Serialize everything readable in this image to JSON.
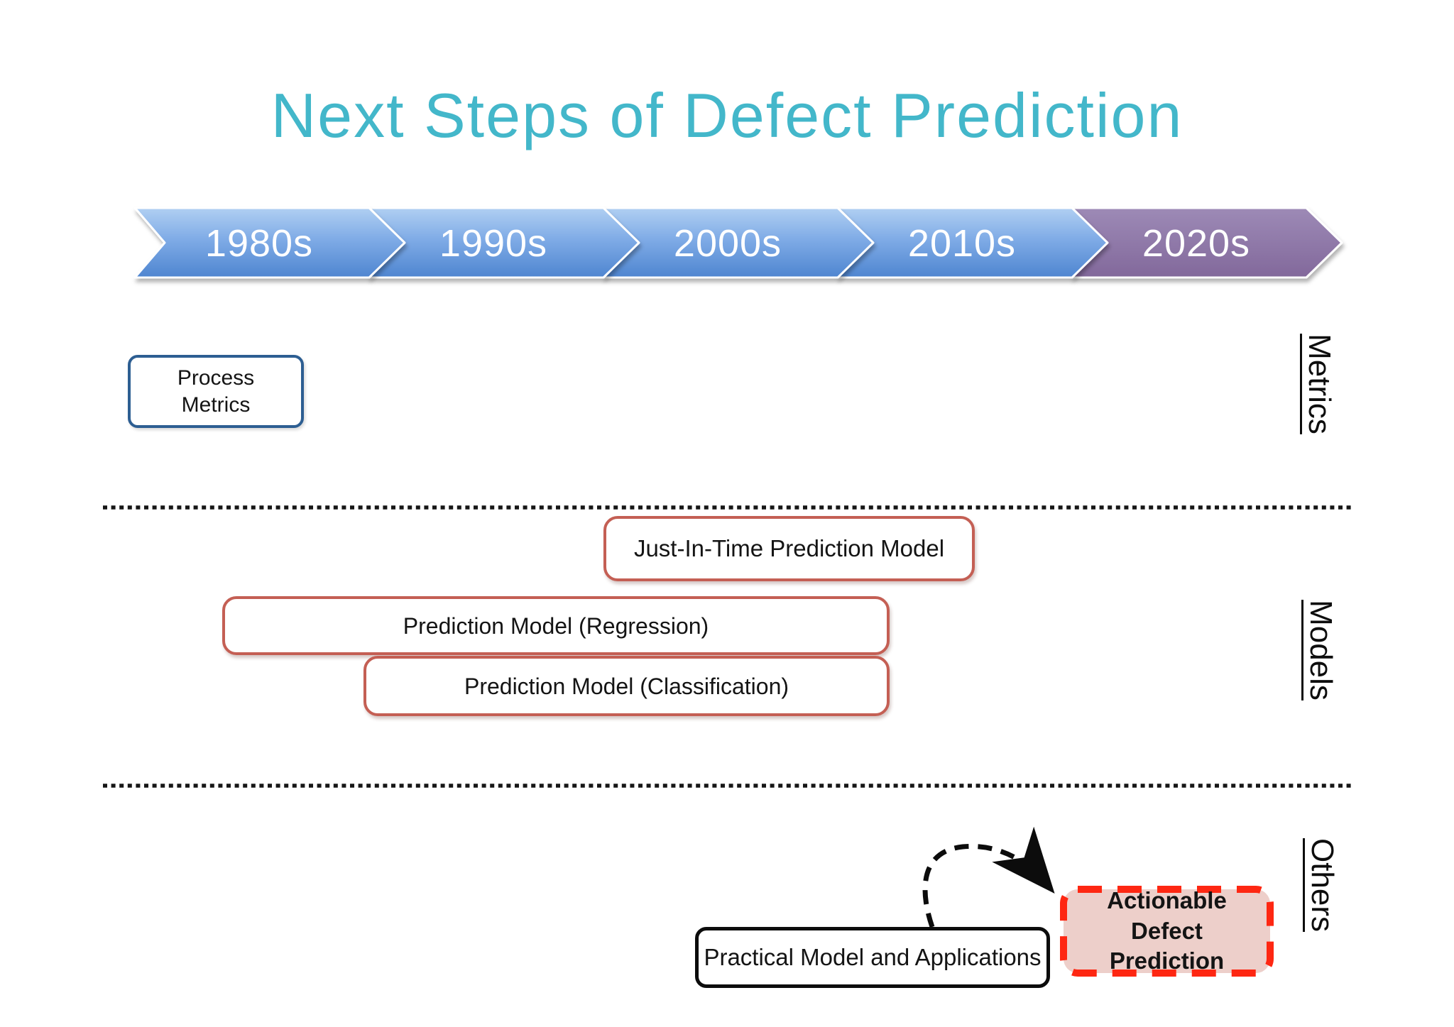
{
  "title": "Next Steps of Defect Prediction",
  "title_color": "#43b7ca",
  "timeline": {
    "decades": [
      "1980s",
      "1990s",
      "2000s",
      "2010s",
      "2020s"
    ],
    "colors": {
      "blue_top": "#b0cff2",
      "blue_mid": "#7fabe6",
      "blue_bottom": "#4e85d0",
      "purple_top": "#9d8ab6",
      "purple_bottom": "#82689b",
      "label_text": "#ffffff"
    }
  },
  "divider_color": "#161616",
  "arrow_color": "#0c0c0c",
  "sections": {
    "metrics": {
      "label": "Metrics",
      "process_box": {
        "label": "Process\nMetrics",
        "border_color": "#2d5e92"
      }
    },
    "models": {
      "label": "Models",
      "box_border_color": "#c45f54",
      "jit_box": {
        "label": "Just-In-Time Prediction Model"
      },
      "regression_box": {
        "label": "Prediction Model (Regression)"
      },
      "classification_box": {
        "label": "Prediction Model (Classification)"
      }
    },
    "others": {
      "label": "Others",
      "practical_box": {
        "label": "Practical Model and Applications",
        "border_color": "#0c0c0c"
      },
      "actionable_box": {
        "label": "Actionable\nDefect\nPrediction",
        "border_color": "#fe2712",
        "fill_color": "#edcfca"
      }
    }
  }
}
